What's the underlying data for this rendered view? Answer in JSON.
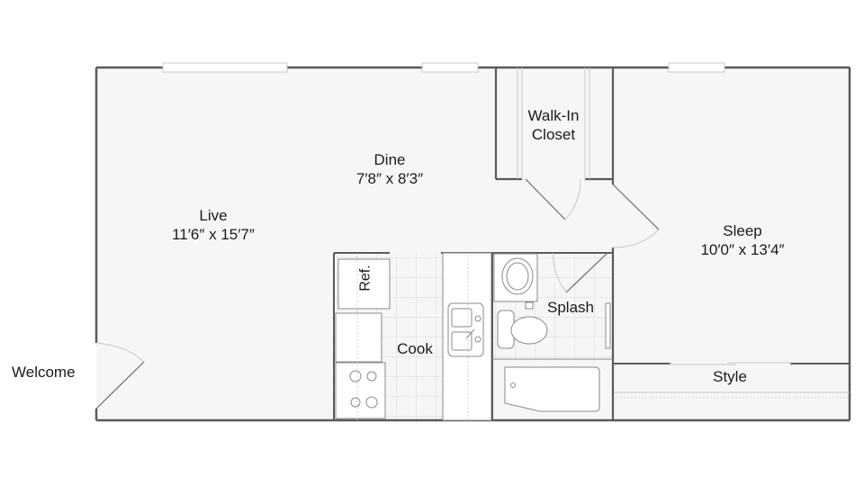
{
  "floorplan": {
    "colors": {
      "wall": "#5a5a5a",
      "floor": "#f5f7f6",
      "fixture": "#8a8a8a",
      "tile": "#d9dcdb"
    },
    "rooms": [
      {
        "id": "live",
        "name": "Live",
        "dimensions": "11′6″ x 15′7″"
      },
      {
        "id": "dine",
        "name": "Dine",
        "dimensions": "7′8″ x 8′3″"
      },
      {
        "id": "closet",
        "name": "Walk-In",
        "name2": "Closet"
      },
      {
        "id": "sleep",
        "name": "Sleep",
        "dimensions": "10′0″ x 13′4″"
      },
      {
        "id": "cook",
        "name": "Cook"
      },
      {
        "id": "splash",
        "name": "Splash"
      },
      {
        "id": "style",
        "name": "Style"
      }
    ],
    "fixtures": {
      "refrigerator": "Ref."
    },
    "entry": "Welcome"
  }
}
